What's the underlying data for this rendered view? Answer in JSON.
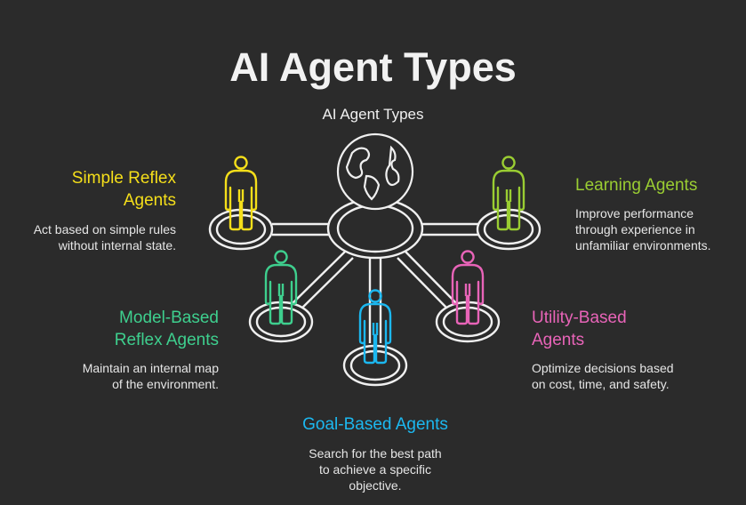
{
  "title": "AI Agent Types",
  "subtitle": "AI Agent Types",
  "colors": {
    "background": "#2b2b2b",
    "outline": "#f0f0f0",
    "simple": "#f5df1a",
    "learning": "#9acd32",
    "model": "#3ecf8e",
    "goal": "#1cb8f0",
    "utility": "#e864b8"
  },
  "agents": [
    {
      "id": "simple",
      "title_lines": [
        "Simple Reflex",
        "Agents"
      ],
      "desc_lines": [
        "Act based on simple rules",
        "without internal state."
      ]
    },
    {
      "id": "learning",
      "title_lines": [
        "Learning Agents"
      ],
      "desc_lines": [
        "Improve performance",
        "through experience in",
        "unfamiliar environments."
      ]
    },
    {
      "id": "model",
      "title_lines": [
        "Model-Based",
        "Reflex Agents"
      ],
      "desc_lines": [
        "Maintain an internal map",
        "of the environment."
      ]
    },
    {
      "id": "utility",
      "title_lines": [
        "Utility-Based",
        "Agents"
      ],
      "desc_lines": [
        "Optimize decisions based",
        "on cost, time, and safety."
      ]
    },
    {
      "id": "goal",
      "title_lines": [
        "Goal-Based Agents"
      ],
      "desc_lines": [
        "Search for the best path",
        "to achieve a specific",
        "objective."
      ]
    }
  ]
}
